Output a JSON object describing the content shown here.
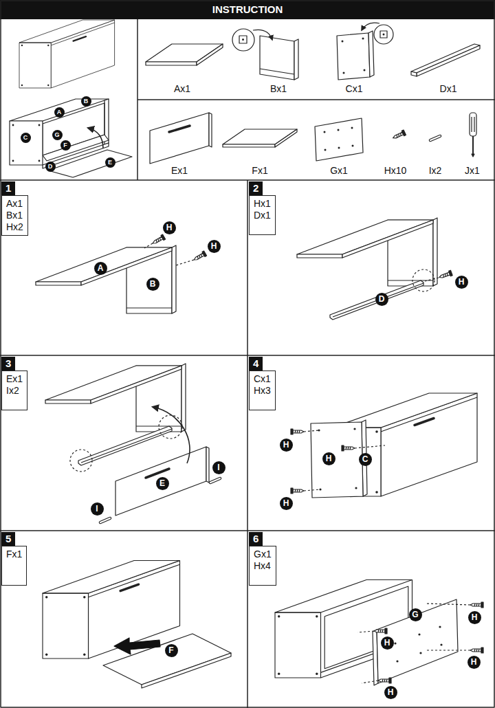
{
  "diagram": {
    "title": "INSTRUCTION",
    "nodes": [
      {
        "text": [
          "B"
        ]
      },
      {
        "text": [
          "A"
        ]
      },
      {
        "text": [
          "G"
        ]
      },
      {
        "text": [
          "C"
        ]
      },
      {
        "text": [
          "F"
        ]
      },
      {
        "text": [
          "E"
        ]
      },
      {
        "text": [
          "D"
        ]
      },
      {
        "text": [
          "1"
        ]
      },
      {
        "text": [
          "Ax1 Bx1 Hx2"
        ]
      },
      {
        "text": [
          "H"
        ]
      },
      {
        "text": [
          "H"
        ]
      },
      {
        "text": [
          "A"
        ]
      },
      {
        "text": [
          "B"
        ]
      },
      {
        "text": [
          "2"
        ]
      },
      {
        "text": [
          "Hx1 Dx1"
        ]
      },
      {
        "text": [
          "H"
        ]
      },
      {
        "text": [
          "D"
        ]
      },
      {
        "text": [
          "3"
        ]
      },
      {
        "text": [
          "Ex1 Ix2"
        ]
      },
      {
        "text": [
          "I"
        ]
      },
      {
        "text": [
          "E"
        ]
      },
      {
        "text": [
          "I"
        ]
      },
      {
        "text": [
          "4"
        ]
      },
      {
        "text": [
          "Cx1 Hx3"
        ]
      },
      {
        "text": [
          "H"
        ]
      },
      {
        "text": [
          "H"
        ]
      },
      {
        "text": [
          "C"
        ]
      },
      {
        "text": [
          "H"
        ]
      },
      {
        "text": [
          "5"
        ]
      },
      {
        "text": [
          "Fx1"
        ]
      },
      {
        "text": [
          "F"
        ]
      },
      {
        "text": [
          "6"
        ]
      },
      {
        "text": [
          "Gx1 Hx4"
        ]
      },
      {
        "text": [
          "G"
        ]
      },
      {
        "text": [
          "H"
        ]
      },
      {
        "text": [
          "H"
        ]
      },
      {
        "text": [
          "H"
        ]
      },
      {
        "text": [
          "H"
        ]
      }
    ],
    "labels": [
      "Ax1",
      "Bx1",
      "Cx1",
      "Dx1",
      "Ex1",
      "Fx1",
      "Gx1",
      "Hx10",
      "Ix2",
      "Jx1"
    ]
  }
}
